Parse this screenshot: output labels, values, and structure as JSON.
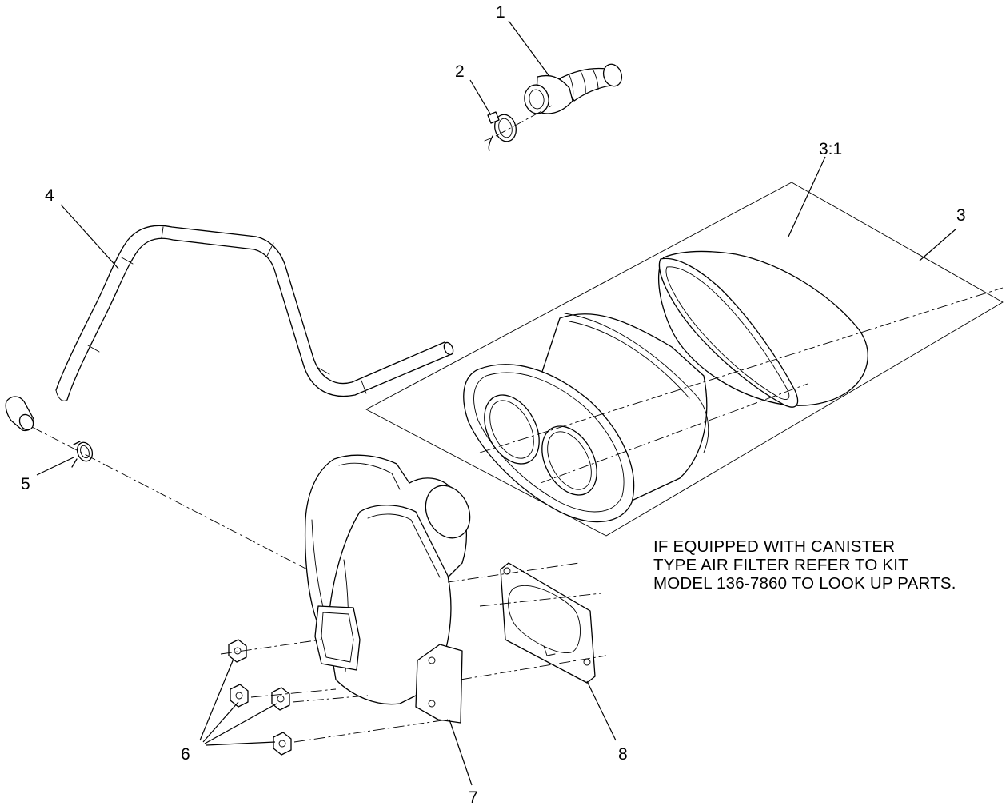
{
  "callouts": {
    "c1": "1",
    "c2": "2",
    "c3": "3",
    "c3_1": "3:1",
    "c4": "4",
    "c5": "5",
    "c6": "6",
    "c7": "7",
    "c8": "8"
  },
  "note": {
    "line1": "IF EQUIPPED WITH CANISTER",
    "line2": "TYPE AIR FILTER REFER TO KIT",
    "line3": "MODEL 136-7860 TO LOOK UP PARTS."
  }
}
